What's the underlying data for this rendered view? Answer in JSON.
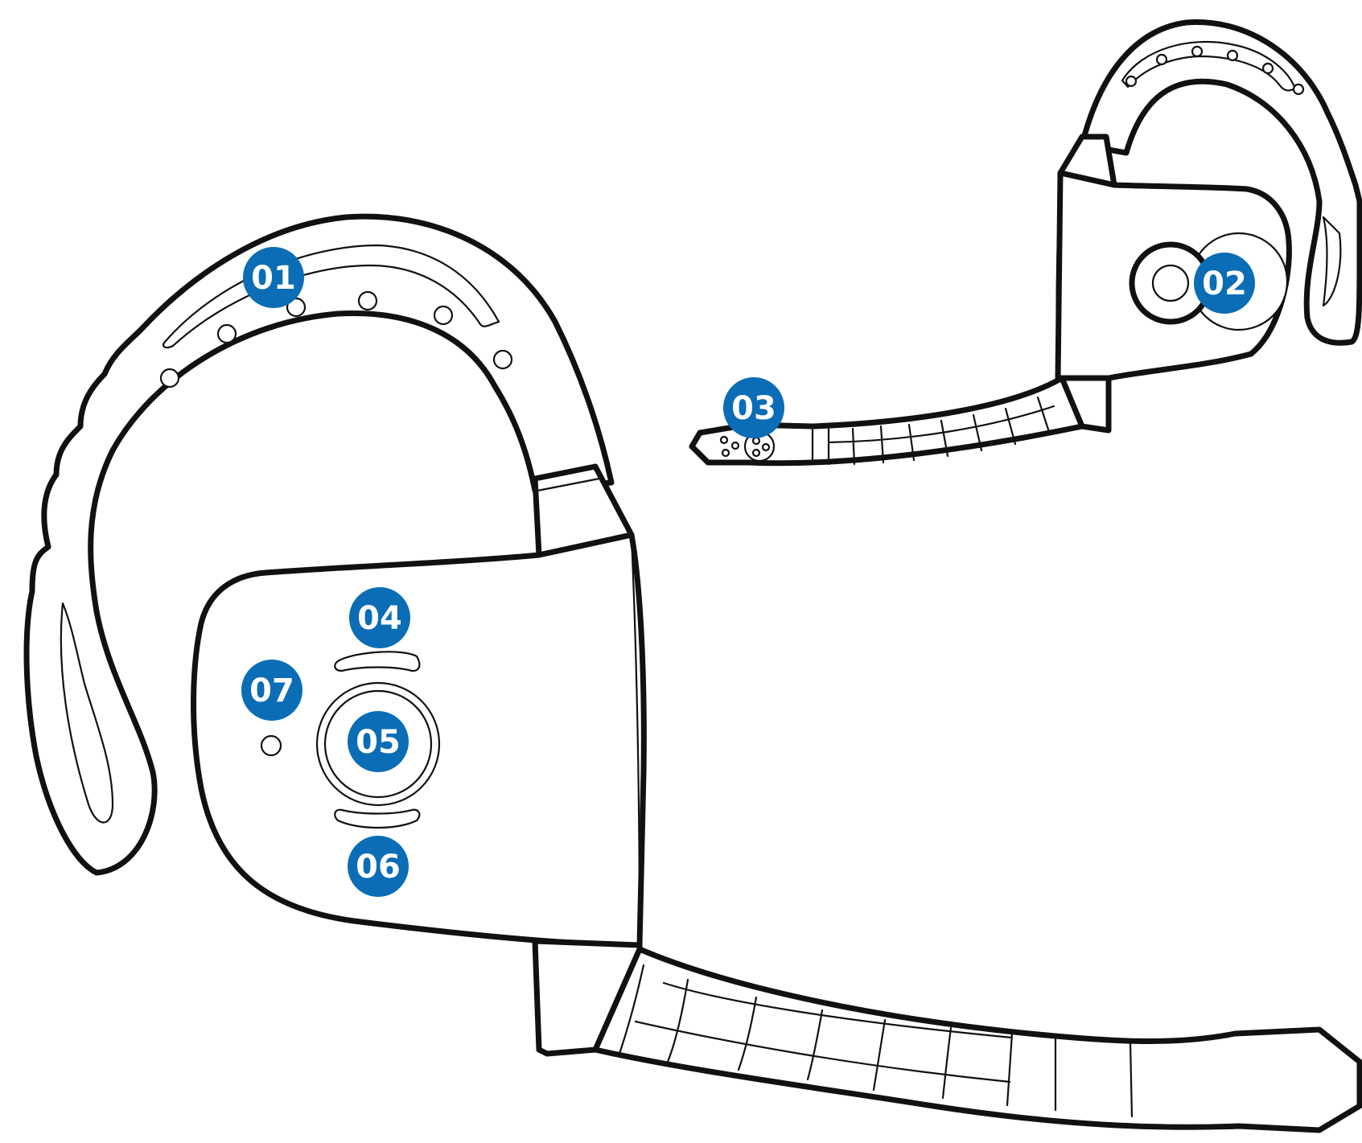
{
  "colors": {
    "callout": "#0a6db5",
    "outline": "#111111",
    "background": "#ffffff"
  },
  "callouts": [
    {
      "id": "01"
    },
    {
      "id": "02"
    },
    {
      "id": "03"
    },
    {
      "id": "04"
    },
    {
      "id": "05"
    },
    {
      "id": "06"
    },
    {
      "id": "07"
    }
  ]
}
